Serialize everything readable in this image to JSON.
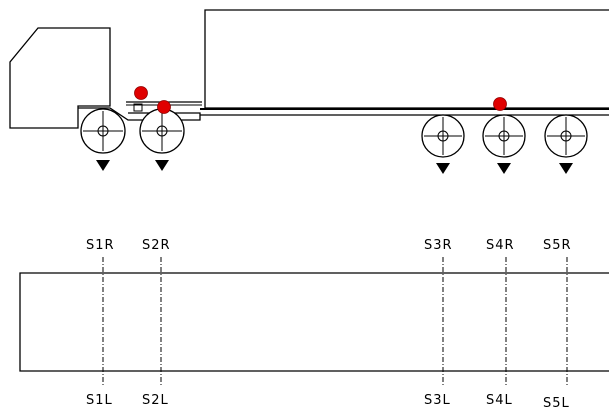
{
  "colors": {
    "line": "#000000",
    "sensor_marker": "#e00000",
    "background": "#ffffff"
  },
  "sensor_labels": {
    "top": [
      "S1R",
      "S2R",
      "S3R",
      "S4R",
      "S5R"
    ],
    "bottom": [
      "S1L",
      "S2L",
      "S3L",
      "S4L",
      "S5L"
    ]
  }
}
